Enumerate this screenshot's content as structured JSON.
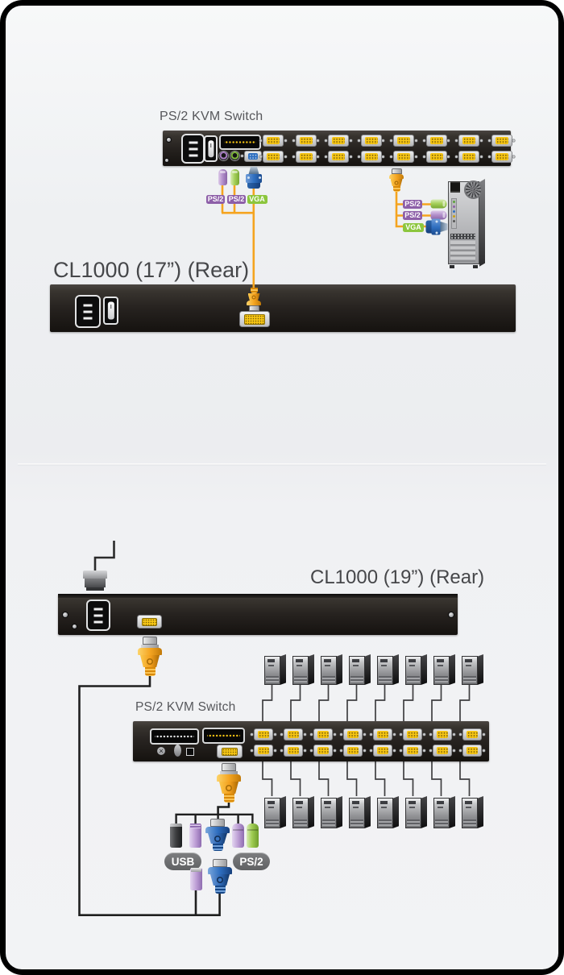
{
  "top_diagram": {
    "kvm_label": "PS/2 KVM Switch",
    "device_label": "CL1000 (17”) (Rear)",
    "console_badges": [
      {
        "label": "PS/2"
      },
      {
        "label": "PS/2"
      },
      {
        "label": "VGA"
      }
    ],
    "cpu_badges": [
      {
        "label": "PS/2"
      },
      {
        "label": "PS/2"
      },
      {
        "label": "VGA"
      }
    ],
    "kvm_ports_per_row": 8
  },
  "bottom_diagram": {
    "device_label": "CL1000 (19”) (Rear)",
    "kvm_label": "PS/2 KVM Switch",
    "usb_badge": "USB",
    "ps2_badge": "PS/2",
    "kvm_ports_per_row": 8,
    "towers_top_count": 8,
    "towers_bottom_count": 8
  },
  "colors": {
    "cable_orange": "#f5a41f",
    "cable_black": "#1f1f1f",
    "link_gray": "#3f3f41",
    "badge_purple": "#8d5fa8",
    "badge_green": "#8cc63e",
    "pill_gray": "#696a6c",
    "port_yellow": "#f6c514",
    "vga_blue": "#2f6fc0"
  }
}
